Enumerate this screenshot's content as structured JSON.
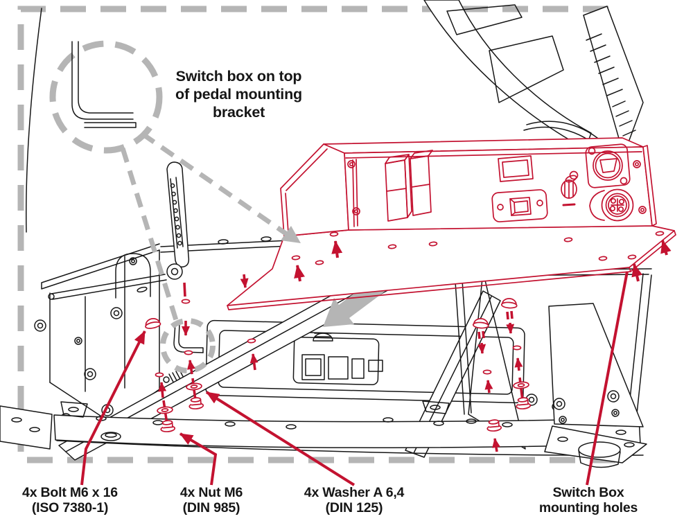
{
  "callout": {
    "text": "Switch box on top\nof pedal mounting\nbracket"
  },
  "part_labels": [
    {
      "id": "bolt",
      "text": "4x Bolt M6 x 16\n(ISO 7380-1)"
    },
    {
      "id": "nut",
      "text": "4x Nut M6\n(DIN 985)"
    },
    {
      "id": "washer",
      "text": "4x Washer A 6,4\n(DIN 125)"
    },
    {
      "id": "mounting_holes",
      "text": "Switch Box\nmounting holes"
    }
  ],
  "colors": {
    "accent_red": "#c31230",
    "callout_gray": "#b5b5b5",
    "line_black": "#161616",
    "background": "#ffffff"
  },
  "icons": {
    "detail_circle": "magnified-detail-circle",
    "dashed_leader": "detail-leader-arrow",
    "big_arrow": "assembly-direction-arrow",
    "small_arrows": "fastener-insert-arrows"
  }
}
